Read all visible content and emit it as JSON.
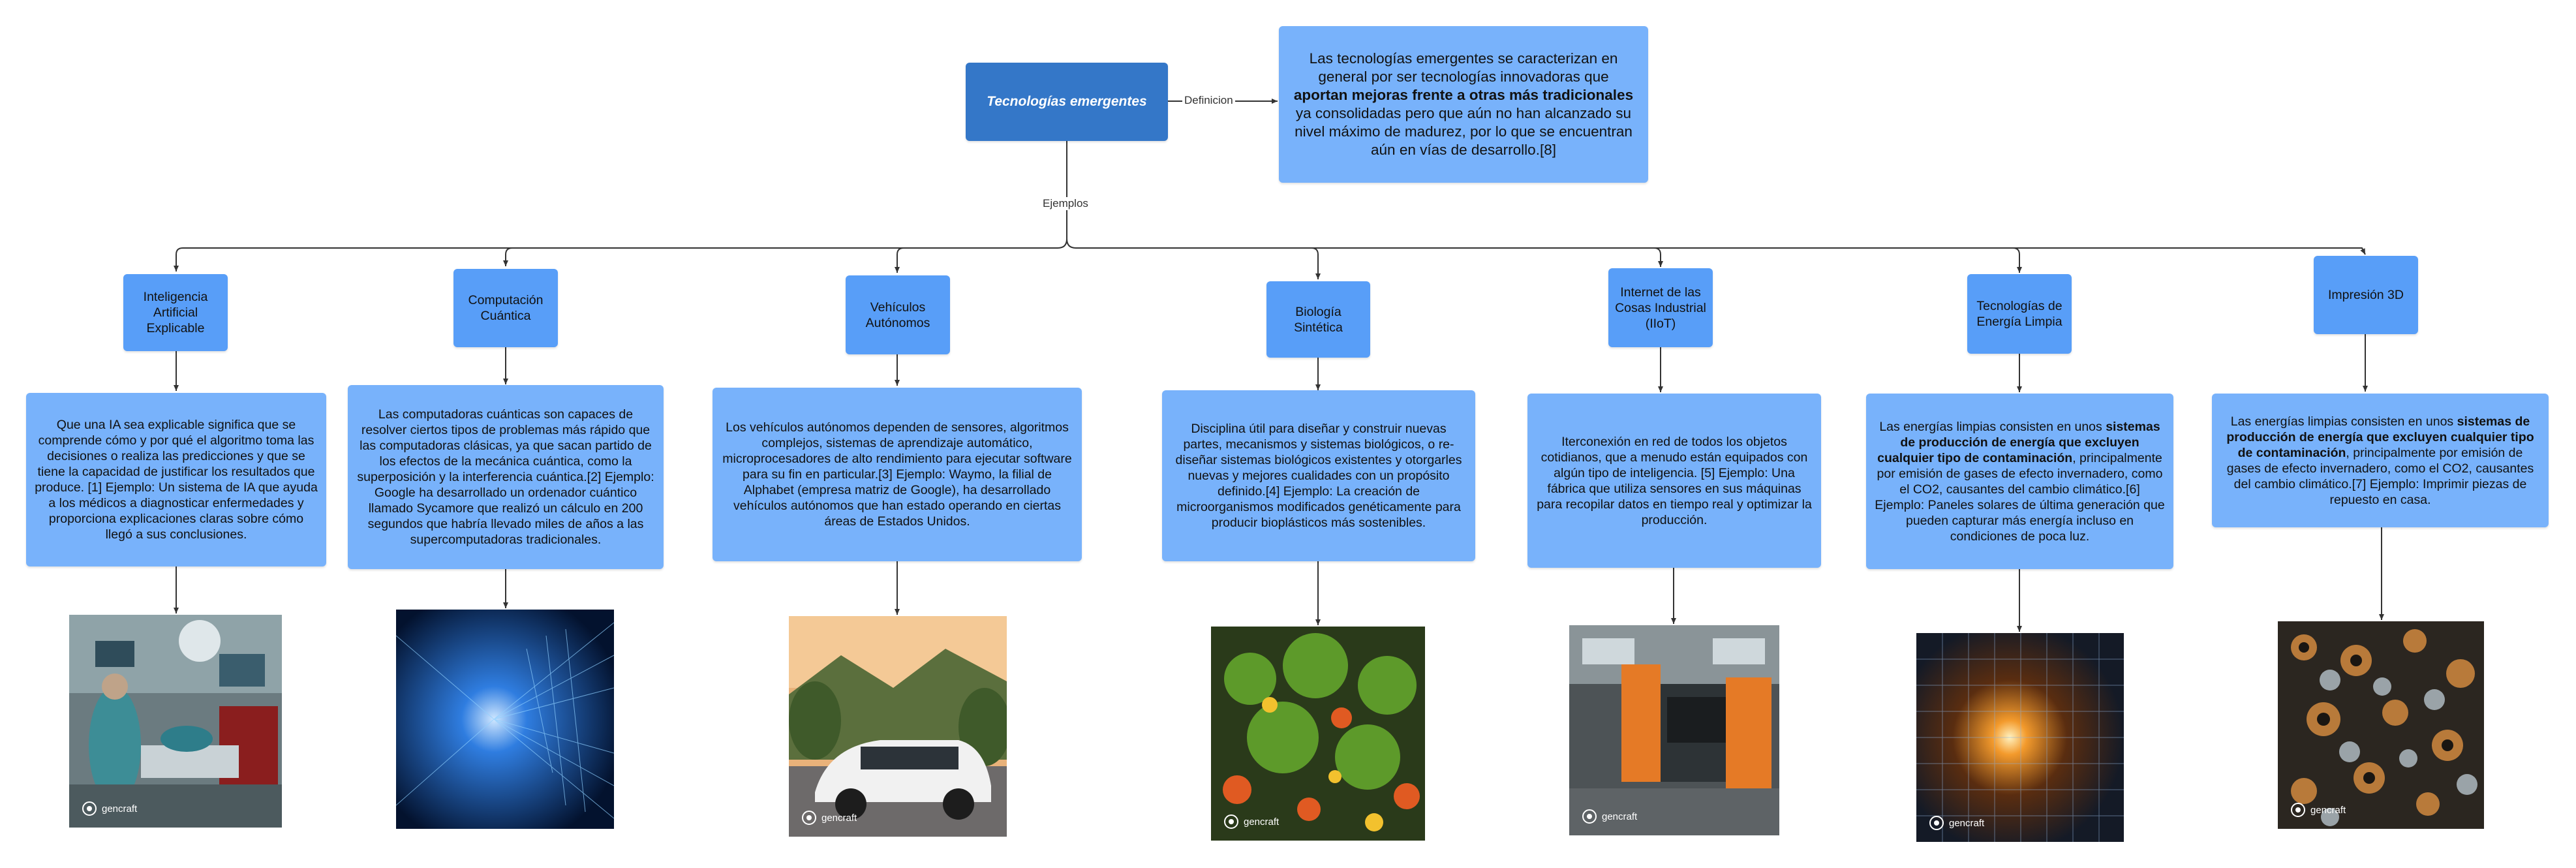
{
  "root": {
    "title": "Tecnologías emergentes"
  },
  "edge_labels": {
    "definition": "Definicion",
    "examples": "Ejemplos"
  },
  "definition": {
    "before": "Las tecnologías emergentes se caracterizan en general por ser tecnologías innovadoras que ",
    "bold": "aportan mejoras frente a otras más tradicionales",
    "after": " ya consolidadas pero que aún no han alcanzado su nivel máximo de madurez, por lo que se encuentran aún en vías de desarrollo.[8]"
  },
  "categories": [
    {
      "title": "Inteligencia Artificial Explicable",
      "desc": "Que una IA sea explicable significa que se comprende cómo y por qué el algoritmo toma las decisiones o realiza las predicciones y que se tiene la capacidad de justificar los resultados que produce. [1] Ejemplo: Un sistema de IA que ayuda a los médicos a diagnosticar enfermedades y proporciona explicaciones claras sobre cómo llegó a sus conclusiones.",
      "image": "hospital-operating-room-image"
    },
    {
      "title": "Computación Cuántica",
      "desc": "Las computadoras cuánticas son capaces de resolver ciertos tipos de problemas más rápido que las computadoras clásicas, ya que sacan partido de los efectos de la mecánica cuántica, como la superposición y la interferencia cuántica.[2] Ejemplo: Google ha desarrollado un ordenador cuántico llamado Sycamore que realizó un cálculo en 200 segundos que habría llevado miles de años a las supercomputadoras tradicionales.",
      "image": "quantum-network-image"
    },
    {
      "title": "Vehículos Autónomos",
      "desc": "Los vehículos autónomos dependen de sensores, algoritmos complejos, sistemas de aprendizaje automático, microprocesadores de alto rendimiento para ejecutar software para su fin en particular.[3] Ejemplo: Waymo, la filial de Alphabet (empresa matriz de Google), ha desarrollado vehículos autónomos que han estado operando en ciertas áreas de Estados Unidos.",
      "image": "autonomous-minivan-image"
    },
    {
      "title": "Biología Sintética",
      "desc": "Disciplina útil para diseñar y construir nuevas partes, mecanismos y sistemas biológicos, o re-diseñar sistemas biológicos existentes y otorgarles nuevas y mejores cualidades con un propósito definido.[4] Ejemplo: La creación de microorganismos modificados genéticamente para producir bioplásticos más sostenibles.",
      "image": "organic-cells-image"
    },
    {
      "title": "Internet de las Cosas Industrial (IIoT)",
      "desc": "Iterconexión en red de todos los objetos cotidianos, que a menudo están equipados con algún tipo de inteligencia. [5] Ejemplo: Una fábrica que utiliza sensores en sus máquinas para recopilar datos en tiempo real y optimizar la producción.",
      "image": "factory-machine-image"
    },
    {
      "title": "Tecnologías de Energía Limpia",
      "desc_before": "Las energías limpias consisten en unos ",
      "desc_bold": "sistemas de producción de energía que excluyen cualquier tipo de contaminación",
      "desc_after": ", principalmente por emisión de gases de efecto invernadero, como el CO2, causantes del cambio climático.[6] Ejemplo: Paneles solares de última generación que pueden capturar más energía incluso en condiciones de poca luz.",
      "image": "solar-panel-image"
    },
    {
      "title": "Impresión 3D",
      "desc_before": "Las energías limpias consisten en unos ",
      "desc_bold": "sistemas de producción de energía que excluyen cualquier tipo de contaminación",
      "desc_after": ", principalmente por emisión de gases de efecto invernadero, como el CO2, causantes del cambio climático.[7] Ejemplo: Imprimir piezas de repuesto en casa.",
      "image": "metal-parts-image"
    }
  ],
  "watermark": "gencraft",
  "colors": {
    "root": "#3477c8",
    "category": "#589ef8",
    "description": "#78b2fb",
    "connector": "#333333"
  }
}
